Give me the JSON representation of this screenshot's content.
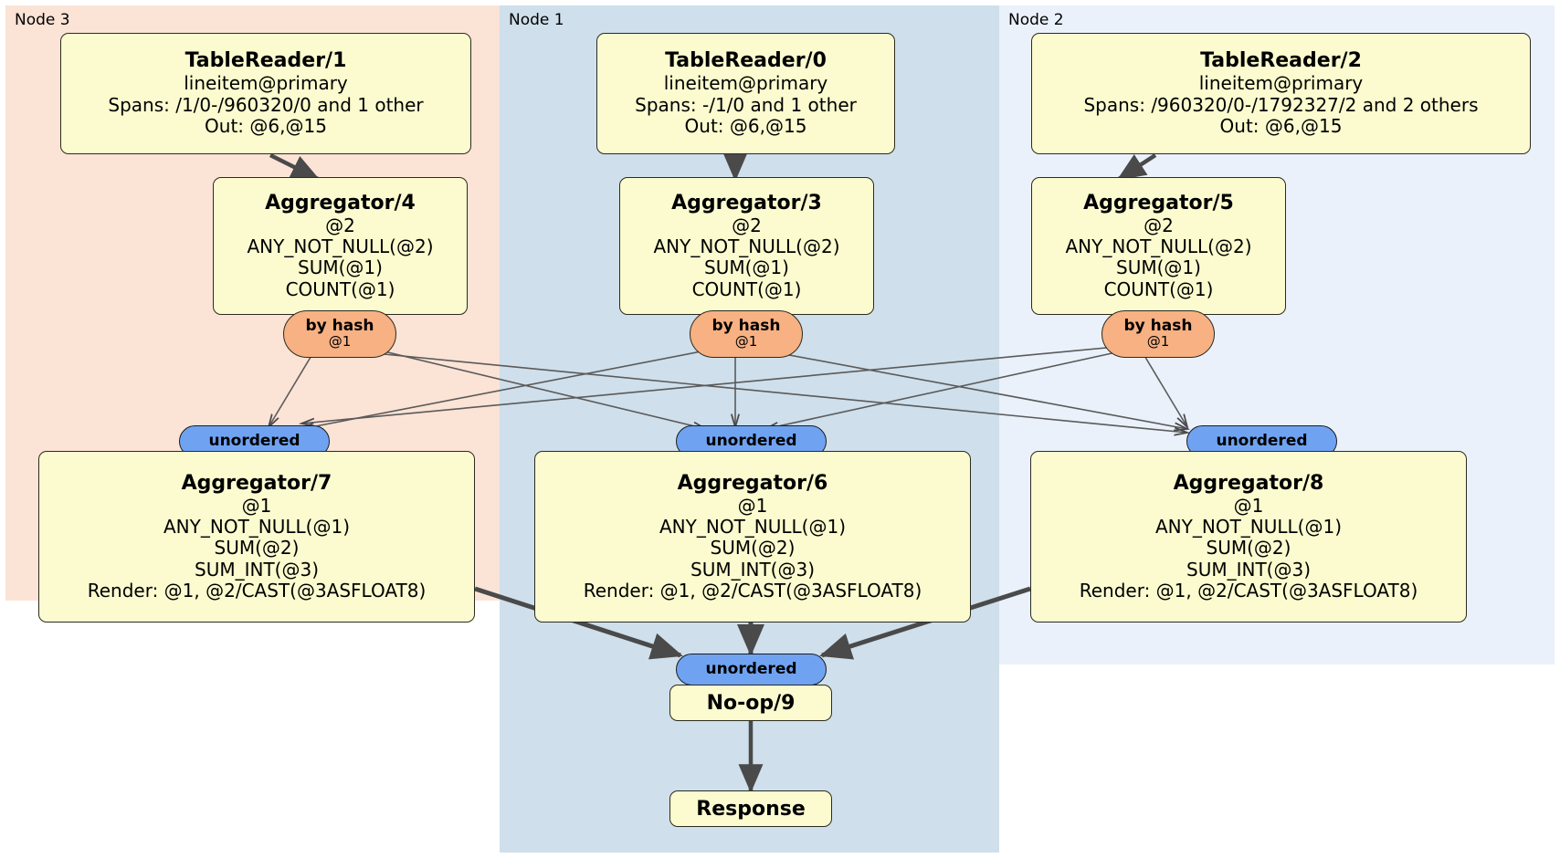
{
  "diagram": {
    "type": "distributed-query-plan",
    "panels": [
      {
        "id": "node3",
        "label": "Node 3",
        "color": "#fbe3d6"
      },
      {
        "id": "node1",
        "label": "Node 1",
        "color": "#cfdfeb"
      },
      {
        "id": "node2",
        "label": "Node 2",
        "color": "#eaf1fb"
      }
    ],
    "nodes": {
      "tablereader1": {
        "title": "TableReader/1",
        "lines": [
          "lineitem@primary",
          "Spans: /1/0-/960320/0 and 1 other",
          "Out: @6,@15"
        ]
      },
      "tablereader0": {
        "title": "TableReader/0",
        "lines": [
          "lineitem@primary",
          "Spans: -/1/0 and 1 other",
          "Out: @6,@15"
        ]
      },
      "tablereader2": {
        "title": "TableReader/2",
        "lines": [
          "lineitem@primary",
          "Spans: /960320/0-/1792327/2 and 2 others",
          "Out: @6,@15"
        ]
      },
      "aggregator4": {
        "title": "Aggregator/4",
        "lines": [
          "@2",
          "ANY_NOT_NULL(@2)",
          "SUM(@1)",
          "COUNT(@1)"
        ]
      },
      "aggregator3": {
        "title": "Aggregator/3",
        "lines": [
          "@2",
          "ANY_NOT_NULL(@2)",
          "SUM(@1)",
          "COUNT(@1)"
        ]
      },
      "aggregator5": {
        "title": "Aggregator/5",
        "lines": [
          "@2",
          "ANY_NOT_NULL(@2)",
          "SUM(@1)",
          "COUNT(@1)"
        ]
      },
      "aggregator7": {
        "title": "Aggregator/7",
        "lines": [
          "@1",
          "ANY_NOT_NULL(@1)",
          "SUM(@2)",
          "SUM_INT(@3)",
          "Render: @1, @2/CAST(@3ASFLOAT8)"
        ]
      },
      "aggregator6": {
        "title": "Aggregator/6",
        "lines": [
          "@1",
          "ANY_NOT_NULL(@1)",
          "SUM(@2)",
          "SUM_INT(@3)",
          "Render: @1, @2/CAST(@3ASFLOAT8)"
        ]
      },
      "aggregator8": {
        "title": "Aggregator/8",
        "lines": [
          "@1",
          "ANY_NOT_NULL(@1)",
          "SUM(@2)",
          "SUM_INT(@3)",
          "Render: @1, @2/CAST(@3ASFLOAT8)"
        ]
      },
      "noop9": {
        "title": "No-op/9"
      },
      "response": {
        "title": "Response"
      }
    },
    "routers": {
      "hash_label": "by hash",
      "hash_column": "@1",
      "unordered_label": "unordered"
    },
    "colors": {
      "node_fill": "#fbfbcf",
      "node_stroke": "#2b2b1f",
      "hash_fill": "#f7b183",
      "unordered_fill": "#6fa3f2",
      "panel_node3": "#fbe3d6",
      "panel_node1": "#cfdfeb",
      "panel_node2": "#eaf1fb",
      "edge": "#4a4a4a"
    }
  }
}
